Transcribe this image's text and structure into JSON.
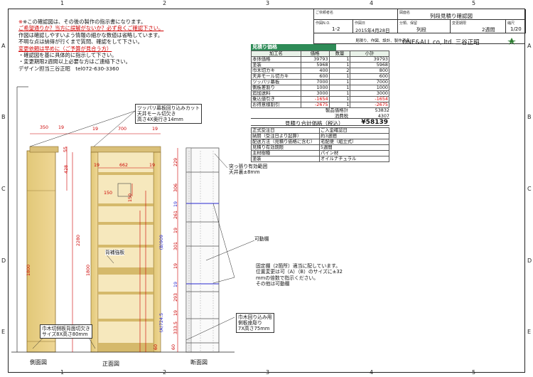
{
  "col_numbers": [
    "1",
    "2",
    "3",
    "4",
    "5"
  ],
  "row_letters": [
    "A",
    "B",
    "C",
    "D",
    "E"
  ],
  "notes": [
    {
      "text": "※この確認図は、その後の製作の指示書になります。",
      "cls": "red-prefix"
    },
    {
      "text": "ご希望通りか？当方に誤解がないか？必ず良くご確認下さい。",
      "cls": "red"
    },
    {
      "text": "作図は確認しやすいよう情報の細かな数値は省略しています。",
      "cls": ""
    },
    {
      "text": "不明な点は納得が行くまで質問、確認をして下さい。",
      "cls": ""
    },
    {
      "text": "変更依頼は早めに（ご予算が見合う方）",
      "cls": "red"
    },
    {
      "text": "・確認図を基に具体的に指示して下さい。",
      "cls": ""
    },
    {
      "text": "・変更期限2週間以上必要な方はご連絡下さい。",
      "cls": ""
    },
    {
      "text": "デザイン担当三谷正昭　tel072-630-3360",
      "cls": ""
    }
  ],
  "title_block": {
    "client_label": "ご依頼者名",
    "drawing_label": "図面名",
    "drawing_name": "列段見積り確認図",
    "design_no_label": "作図N.O.",
    "design_no": "1-2",
    "date_label": "作図日",
    "date": "2015年4月28日",
    "class_label": "分類、保留",
    "class_value": "列段",
    "period_label": "変更期限",
    "period_value": "2週間",
    "scale_label": "縮尺",
    "scale_value": "1/20",
    "subtitle": "見積り、作図、設計、製作者名",
    "company": "ONE&ALL co,.ltd. 三谷正昭"
  },
  "quote": {
    "heading": "見積り価格",
    "headers": [
      "加工名",
      "価格",
      "数量",
      "小計"
    ],
    "rows": [
      {
        "name": "本体価格",
        "price": "39793",
        "qty": "1",
        "sub": "39793",
        "neg": false
      },
      {
        "name": "塗装",
        "price": "5968",
        "qty": "1",
        "sub": "5968",
        "neg": false
      },
      {
        "name": "巾木切カキ",
        "price": "400",
        "qty": "2",
        "sub": "800",
        "neg": false
      },
      {
        "name": "天井モール切カキ",
        "price": "600",
        "qty": "1",
        "sub": "600",
        "neg": false
      },
      {
        "name": "ツッパリ幕板",
        "price": "7000",
        "qty": "1",
        "sub": "7000",
        "neg": false
      },
      {
        "name": "側板差割り",
        "price": "1000",
        "qty": "1",
        "sub": "1000",
        "neg": false
      },
      {
        "name": "追加送料",
        "price": "3000",
        "qty": "1",
        "sub": "3000",
        "neg": false
      },
      {
        "name": "乗込値引き",
        "price": "-1654",
        "qty": "1",
        "sub": "-1654",
        "neg": true
      },
      {
        "name": "お得意様割引",
        "price": "-2675",
        "qty": "1",
        "sub": "-2675",
        "neg": true
      }
    ],
    "subtotal_label": "製品価格計",
    "subtotal": "53832",
    "tax_label": "消費税",
    "tax": "4307",
    "total_label": "見積り合計価格（税込）",
    "total": "¥58139"
  },
  "order_info": [
    {
      "k": "正式受注日",
      "v": "ご入金確認日"
    },
    {
      "k": "納期（受注日より起算）",
      "v": "約3週間"
    },
    {
      "k": "配送方法（見積り価格に含む）",
      "v": "宅配便（組立式）"
    },
    {
      "k": "見積り有効期限",
      "v": "5週間"
    },
    {
      "k": "主材樹種",
      "v": "パイン材"
    },
    {
      "k": "塗装",
      "v": "オイルナチュラル"
    }
  ],
  "callouts": {
    "top_cut": [
      "ツッパリ幕板回り込みカット",
      "天井モール切欠き",
      "高さ4X奥行き14mm"
    ],
    "tension": [
      "突っ張り有効範囲",
      "天井裏±8mm"
    ],
    "back_panel": "背補強板",
    "movable_shelf": "可動棚",
    "fixed_shelf": [
      "固定棚（2箇所）適当に配しています。",
      "位置変更は可（A）（B）のサイズに±32",
      "mmの倍数で指示ください。",
      "その他は可動棚"
    ],
    "baseboard_cut": [
      "巾木回り込み用",
      "側板座彫り",
      "7X高さ75mm"
    ],
    "side_cut": [
      "巾木切側板背面切欠き",
      "サイズ8X高さ80mm"
    ]
  },
  "view_labels": {
    "side": "側面図",
    "front": "正面図",
    "section": "断面図"
  },
  "dims": {
    "top_350": "350",
    "top_19a": "19",
    "top_700": "700",
    "top_19b": "19",
    "top_19c": "19",
    "in_19a": "19",
    "in_662": "662",
    "in_19b": "19",
    "d_150a": "150",
    "d_150b": "150",
    "d_428": "428",
    "d_2280": "2280",
    "d_1800": "1800",
    "d_1800b": "1800",
    "d_B": "(B)909",
    "d_A": "(A)724.5",
    "d_55": "55",
    "d_60": "60",
    "s_229": "229",
    "s_306": "306",
    "s_19a": "19",
    "s_261": "261",
    "s_19b": "19",
    "s_301": "301",
    "s_19c": "19",
    "s_293": "293",
    "s_19d": "19",
    "s_333": "333.5",
    "s_19e": "19",
    "s_60": "60"
  }
}
